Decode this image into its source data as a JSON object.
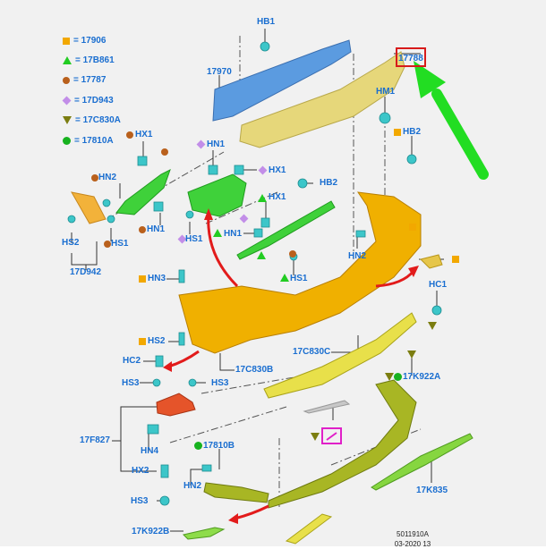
{
  "diagram": {
    "title_part": "17788",
    "colors": {
      "background": "#f1f1f1",
      "label": "#1a6ed0",
      "highlight_box": "#d71b1b",
      "pointer_arrow": "#22dd22",
      "bumper_cover": "#f0b000",
      "reinforcement": "#5b9be0",
      "absorber": "#e6d77a",
      "bracket_green": "#3fd13a",
      "lower_trim": "#a8b624",
      "reflector": "#e5542a",
      "fastener": "#3cc6c9",
      "move_arrow": "#e21b1b",
      "sensor_box": "#e020c8"
    },
    "legend": [
      {
        "symbol": "square-orange",
        "text": "= 17906"
      },
      {
        "symbol": "triangle-green",
        "text": "= 17B861"
      },
      {
        "symbol": "circle-brown",
        "text": "= 17787"
      },
      {
        "symbol": "diamond-purple",
        "text": "= 17D943"
      },
      {
        "symbol": "triangle-down-olive",
        "text": "= 17C830A"
      },
      {
        "symbol": "circle-green",
        "text": "= 17810A"
      }
    ],
    "labels": {
      "hb1": "HB1",
      "p17970": "17970",
      "p17788": "17788",
      "hm1": "HM1",
      "hb2_right": "HB2",
      "hx1_left": "HX1",
      "hn1_top": "HN1",
      "hx1_mid": "HX1",
      "hb2_mid": "HB2",
      "hn2_left": "HN2",
      "hx1_green": "HX1",
      "hn1_left": "HN1",
      "hs1_left": "HS1",
      "hs1_mid": "HS1",
      "hn1_green": "HN1",
      "hs2_left": "HS2",
      "p17d942": "17D942",
      "hn2_right": "HN2",
      "hs1_green": "HS1",
      "hn3": "HN3",
      "hc1": "HC1",
      "hs2_mid": "HS2",
      "hc2": "HC2",
      "p17c830c": "17C830C",
      "p17c830b": "17C830B",
      "p17k922a": "17K922A",
      "hs3_left": "HS3",
      "hs3_right": "HS3",
      "p17f827": "17F827",
      "hn4": "HN4",
      "p17810b": "17810B",
      "hx2": "HX2",
      "hn2_bottom": "HN2",
      "hs3_bottom": "HS3",
      "p17k835": "17K835",
      "p17k922b": "17K922B"
    },
    "footer": {
      "line1": "5011910A",
      "line2": "03-2020 13"
    }
  }
}
